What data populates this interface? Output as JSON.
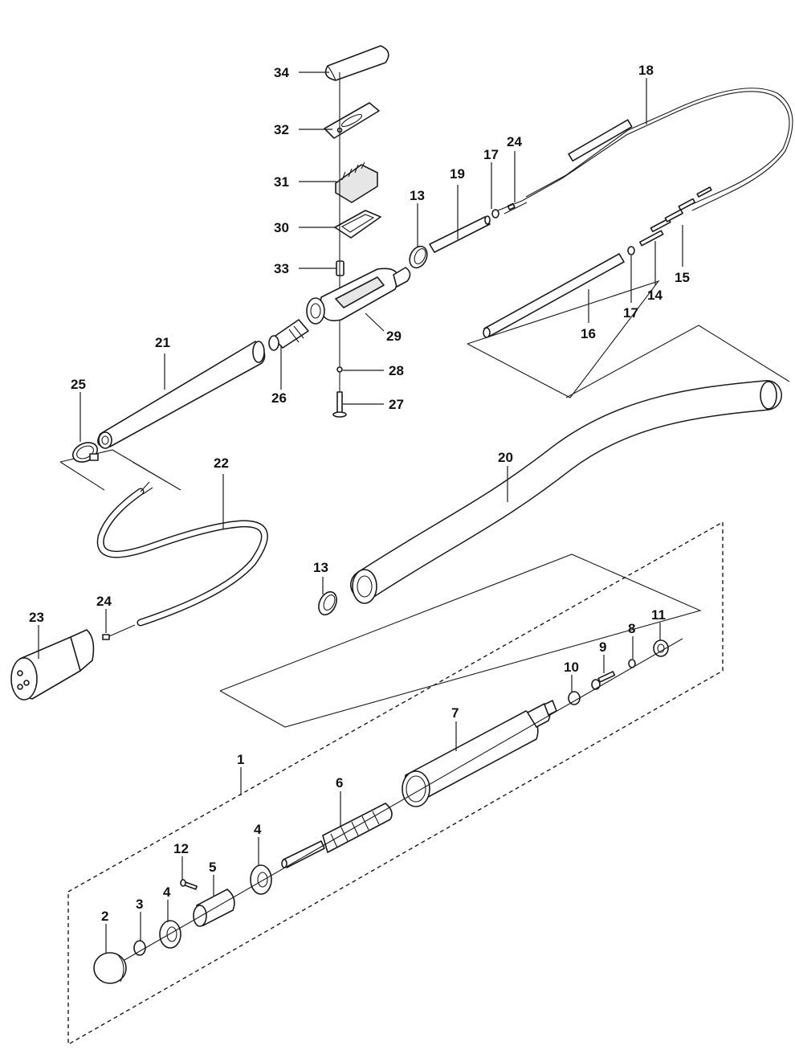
{
  "callouts": {
    "c1": "1",
    "c2": "2",
    "c3": "3",
    "c4a": "4",
    "c4b": "4",
    "c5": "5",
    "c6": "6",
    "c7": "7",
    "c8": "8",
    "c9": "9",
    "c10": "10",
    "c11": "11",
    "c12": "12",
    "c13a": "13",
    "c13b": "13",
    "c14": "14",
    "c15": "15",
    "c16": "16",
    "c17a": "17",
    "c17b": "17",
    "c18": "18",
    "c19": "19",
    "c20": "20",
    "c21": "21",
    "c22": "22",
    "c23": "23",
    "c24a": "24",
    "c24b": "24",
    "c25": "25",
    "c26": "26",
    "c27": "27",
    "c28": "28",
    "c29": "29",
    "c30": "30",
    "c31": "31",
    "c32": "32",
    "c33": "33",
    "c34": "34"
  }
}
